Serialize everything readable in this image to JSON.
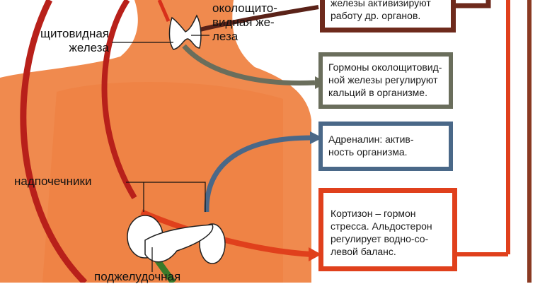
{
  "labels": {
    "thyroid": [
      "щитовидная",
      "железа"
    ],
    "parathyroid": [
      "околощито-",
      "видная же-",
      "леза"
    ],
    "adrenals": "надпочечники",
    "pancreas": "поджелудочная"
  },
  "boxes": {
    "thyroid_hormones": [
      "железы активизируют",
      "работу др. органов."
    ],
    "parathyroid_hormones": [
      "Гормоны околощитовид-",
      "ной железы регулируют",
      "кальций в организме."
    ],
    "adrenaline": [
      "Адреналин: актив-",
      "ность организма."
    ],
    "cortisone": [
      "Кортизон – гормон",
      "стресса. Альдостерон",
      "регулирует водно-со-",
      "левой баланс."
    ]
  },
  "colors": {
    "skin": "#f08a4e",
    "brown": "#6e2a1c",
    "gray": "#6a6e5c",
    "blue": "#4a6888",
    "red": "#e0401c",
    "dark_red": "#b8201a",
    "green": "#3a7a2a"
  }
}
